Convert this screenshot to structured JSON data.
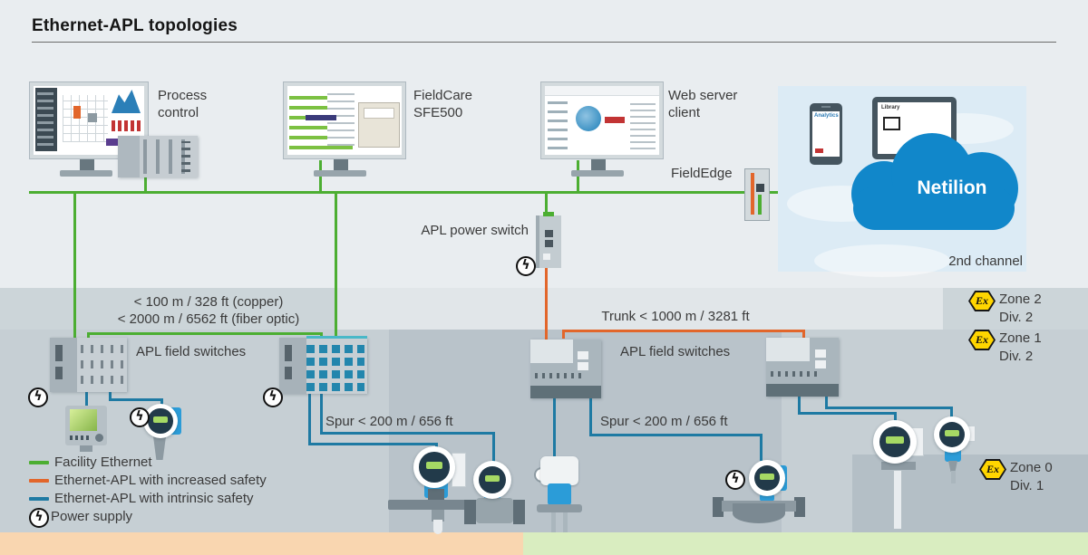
{
  "title": "Ethernet-APL topologies",
  "monitors": {
    "process_control": {
      "line1": "Process",
      "line2": "control"
    },
    "fieldcare": {
      "line1": "FieldCare",
      "line2": "SFE500"
    },
    "web_server": {
      "line1": "Web server",
      "line2": "client"
    }
  },
  "labels": {
    "fieldedge": "FieldEdge",
    "apl_power_switch": "APL power switch",
    "apl_field_switches_left": "APL field switches",
    "apl_field_switches_right": "APL field switches",
    "copper": "< 100 m / 328 ft (copper)",
    "fiber": "< 2000 m / 6562 ft (fiber optic)",
    "trunk": "Trunk < 1000 m / 3281 ft",
    "spur_left": "Spur < 200 m / 656 ft",
    "spur_right": "Spur < 200 m / 656 ft"
  },
  "cloud": {
    "name": "Netilion",
    "channel": "2nd channel",
    "phone_app": "Analytics",
    "tablet_app": "Library"
  },
  "zones": {
    "zone2": {
      "line1": "Zone 2",
      "line2": "Div. 2"
    },
    "zone1": {
      "line1": "Zone 1",
      "line2": "Div. 2"
    },
    "zone0": {
      "line1": "Zone 0",
      "line2": "Div. 1"
    }
  },
  "ex_mark": "Ex",
  "icons": {
    "power": "ϟ"
  },
  "legend": {
    "items": [
      {
        "label": "Facility Ethernet",
        "color": "#4cae32"
      },
      {
        "label": "Ethernet-APL with increased safety",
        "color": "#e2662b"
      },
      {
        "label": "Ethernet-APL with intrinsic safety",
        "color": "#1e7aa3"
      },
      {
        "label": "Power supply",
        "color": "#111111"
      }
    ]
  },
  "colors": {
    "facility_ethernet": "#4cae32",
    "apl_increased_safety": "#e2662b",
    "apl_intrinsic_safety": "#1e7aa3",
    "netilion_cloud": "#1187ca",
    "ex_yellow": "#ffd500",
    "strip_left": "#f9d6b0",
    "strip_right": "#d9edc0"
  }
}
